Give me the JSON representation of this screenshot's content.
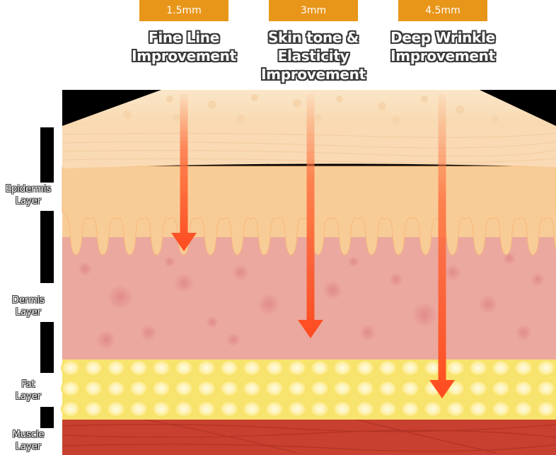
{
  "depths": [
    {
      "label": "1.5mm",
      "caption_lines": [
        "Fine Line",
        "Improvement"
      ]
    },
    {
      "label": "3mm",
      "caption_lines": [
        "Skin tone &",
        "Elasticity",
        "Improvement"
      ]
    },
    {
      "label": "4.5mm",
      "caption_lines": [
        "Deep Wrinkle",
        "Improvement"
      ]
    }
  ],
  "layers": [
    {
      "lines": [
        "Epidermis",
        "Layer"
      ]
    },
    {
      "lines": [
        "Dermis",
        "Layer"
      ]
    },
    {
      "lines": [
        "Fat",
        "Layer"
      ]
    },
    {
      "lines": [
        "Muscle",
        "Layer"
      ]
    }
  ],
  "colors": {
    "badge": "#e8961a",
    "epidermis_top": "#fbe3c2",
    "epidermis": "#f8cc97",
    "dermis": "#eba89e",
    "fat": "#f7e46e",
    "muscle": "#c8402f",
    "arrow": "#ff5a2a"
  }
}
